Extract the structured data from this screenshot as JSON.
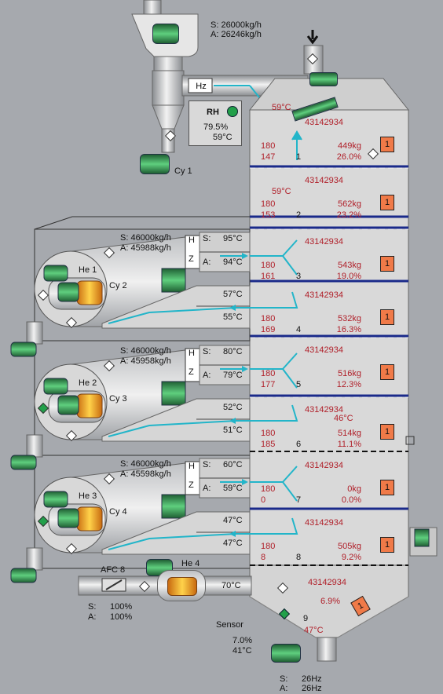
{
  "cyclone1": {
    "label": "Cy 1",
    "s_flow": "S: 26000kg/h",
    "a_flow": "A: 26246kg/h"
  },
  "rh_sensor": {
    "title": "RH",
    "humidity": "79.5%",
    "temp": "59°C"
  },
  "top_hz": "Hz",
  "top_temp": "59°C",
  "code": "43142934",
  "sections": [
    {
      "num": "1",
      "left1": "180",
      "left2": "147",
      "right1": "449kg",
      "right2": "26.0%",
      "badge": "1"
    },
    {
      "num": "2",
      "temp": "59°C",
      "left1": "180",
      "left2": "153",
      "right1": "562kg",
      "right2": "23.2%",
      "badge": "1"
    },
    {
      "num": "3",
      "left1": "180",
      "left2": "161",
      "right1": "543kg",
      "right2": "19.0%",
      "badge": "1"
    },
    {
      "num": "4",
      "left1": "180",
      "left2": "169",
      "right1": "532kg",
      "right2": "16.3%",
      "badge": "1"
    },
    {
      "num": "5",
      "left1": "180",
      "left2": "177",
      "right1": "516kg",
      "right2": "12.3%",
      "badge": "1"
    },
    {
      "num": "6",
      "temp": "46°C",
      "left1": "180",
      "left2": "185",
      "right1": "514kg",
      "right2": "11.1%",
      "badge": "1"
    },
    {
      "num": "7",
      "left1": "180",
      "left2": "0",
      "right1": "0kg",
      "right2": "0.0%",
      "badge": "1"
    },
    {
      "num": "8",
      "left1": "180",
      "left2": "8",
      "right1": "505kg",
      "right2": "9.2%",
      "badge": "1"
    }
  ],
  "bottom": {
    "num": "9",
    "pct": "6.9%",
    "temp": "47°C"
  },
  "heaters": [
    {
      "he": "He 1",
      "cy": "Cy 2",
      "s_flow": "S: 46000kg/h",
      "a_flow": "A: 45988kg/h",
      "s_label": "S:",
      "a_label": "A:",
      "s_temp": "95°C",
      "a_temp": "94°C",
      "ret1": "57°C",
      "ret2": "55°C"
    },
    {
      "he": "He 2",
      "cy": "Cy 3",
      "s_flow": "S: 46000kg/h",
      "a_flow": "A: 45958kg/h",
      "s_label": "S:",
      "a_label": "A:",
      "s_temp": "80°C",
      "a_temp": "79°C",
      "ret1": "52°C",
      "ret2": "51°C"
    },
    {
      "he": "He 3",
      "cy": "Cy 4",
      "s_flow": "S: 46000kg/h",
      "a_flow": "A: 45598kg/h",
      "s_label": "S:",
      "a_label": "A:",
      "s_temp": "60°C",
      "a_temp": "59°C",
      "ret1": "47°C",
      "ret2": "47°C"
    }
  ],
  "he4": {
    "label": "He 4",
    "temp": "70°C"
  },
  "afc": {
    "label": "AFC 8",
    "s": "S:",
    "s_val": "100%",
    "a": "A:",
    "a_val": "100%"
  },
  "sensor": {
    "title": "Sensor",
    "pct": "7.0%",
    "temp": "41°C"
  },
  "fan": {
    "s": "S:",
    "s_val": "26Hz",
    "a": "A:",
    "a_val": "26Hz"
  },
  "colors": {
    "background": "#a6a9ae",
    "dryer": "#d9d9d9",
    "flow": "#22b5c9",
    "value_red": "#b0202a",
    "divider": "#1a2a8a",
    "badge": "#f07a48",
    "motor": "#2f8a4a"
  }
}
